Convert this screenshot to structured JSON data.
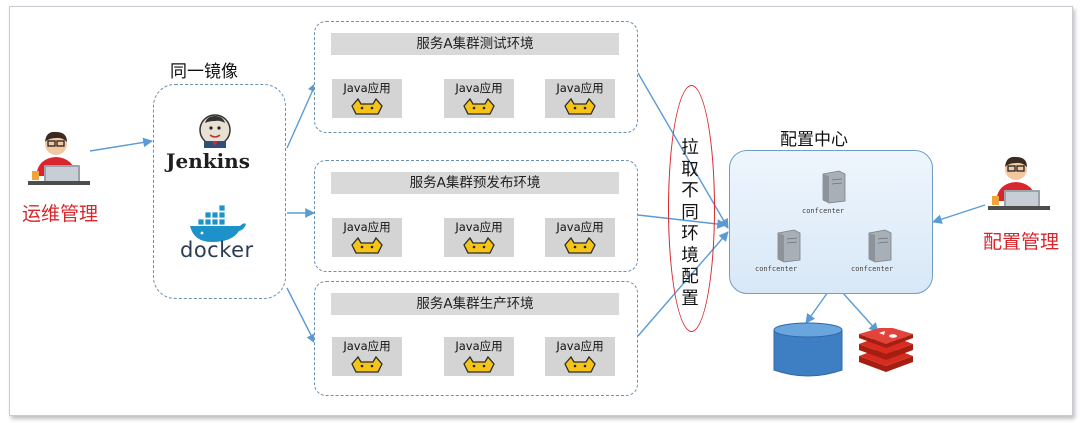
{
  "left_person": {
    "label": "运维管理",
    "icon": "developer-avatar-icon"
  },
  "right_person": {
    "label": "配置管理",
    "icon": "developer-avatar-icon"
  },
  "image_group": {
    "caption": "同一镜像",
    "jenkins_label": "Jenkins",
    "docker_label": "docker"
  },
  "environments": [
    {
      "title": "服务A集群测试环境",
      "apps": [
        "Java应用",
        "Java应用",
        "Java应用"
      ]
    },
    {
      "title": "服务A集群预发布环境",
      "apps": [
        "Java应用",
        "Java应用",
        "Java应用"
      ]
    },
    {
      "title": "服务A集群生产环境",
      "apps": [
        "Java应用",
        "Java应用",
        "Java应用"
      ]
    }
  ],
  "pull_label": "拉取不同环境配置",
  "config_center": {
    "caption": "配置中心",
    "servers": [
      "confcenter",
      "confcenter",
      "confcenter"
    ]
  },
  "storage": {
    "database_icon": "database-cylinder-icon",
    "redis_icon": "redis-icon"
  },
  "colors": {
    "accent_red": "#d8262c",
    "dashed_border": "#6b8fb0",
    "arrow_blue": "#5b9bd5",
    "config_fill": "#dbe9f7",
    "title_bar": "#d9d9d9"
  }
}
